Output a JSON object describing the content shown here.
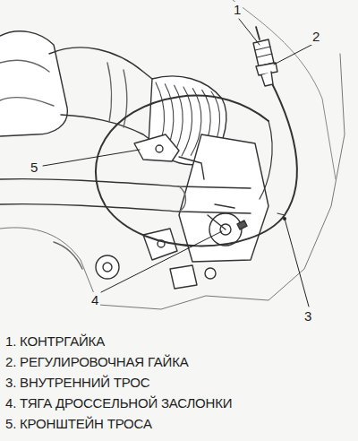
{
  "diagram": {
    "labels": [
      "1",
      "2",
      "3",
      "4",
      "5",
      "1. КОНТРГАЙКА",
      "2. РЕГУЛИРОВОЧНАЯ ГАЙКА",
      "3. ВНУТРЕННИЙ ТРОС",
      "4. ТЯГА ДРОССЕЛЬНОЙ ЗАСЛОНКИ",
      "5. КРОНШТЕЙН ТРОСА"
    ]
  }
}
